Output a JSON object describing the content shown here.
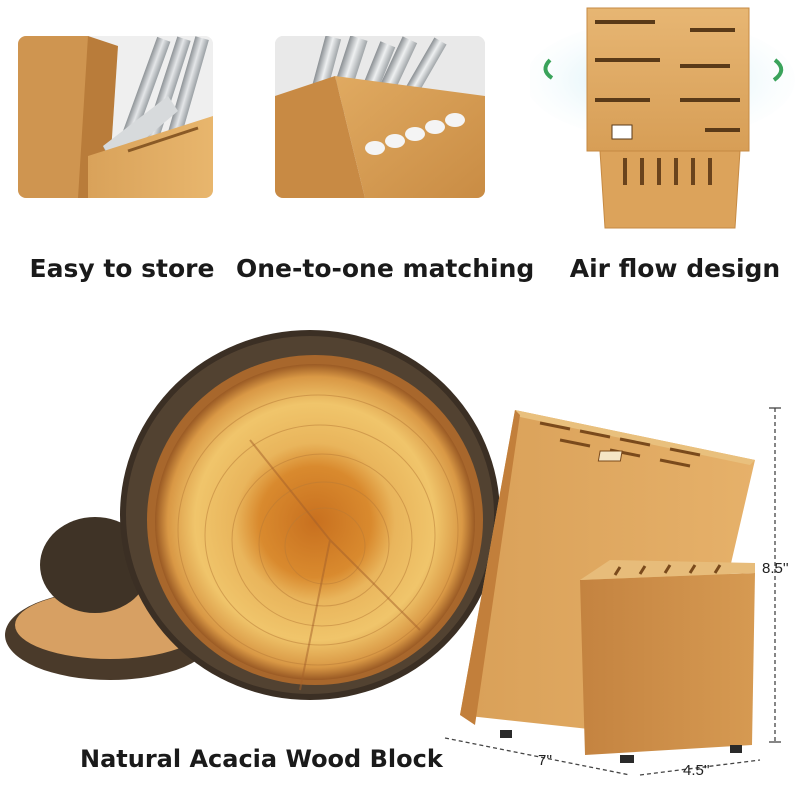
{
  "features": [
    {
      "caption": "Easy to store"
    },
    {
      "caption": "One-to-one matching"
    },
    {
      "caption": "Air flow design"
    }
  ],
  "main": {
    "caption": "Natural Acacia Wood Block",
    "dimensions": {
      "height": "8.5''",
      "width": "7''",
      "depth": "4.5''"
    }
  }
}
